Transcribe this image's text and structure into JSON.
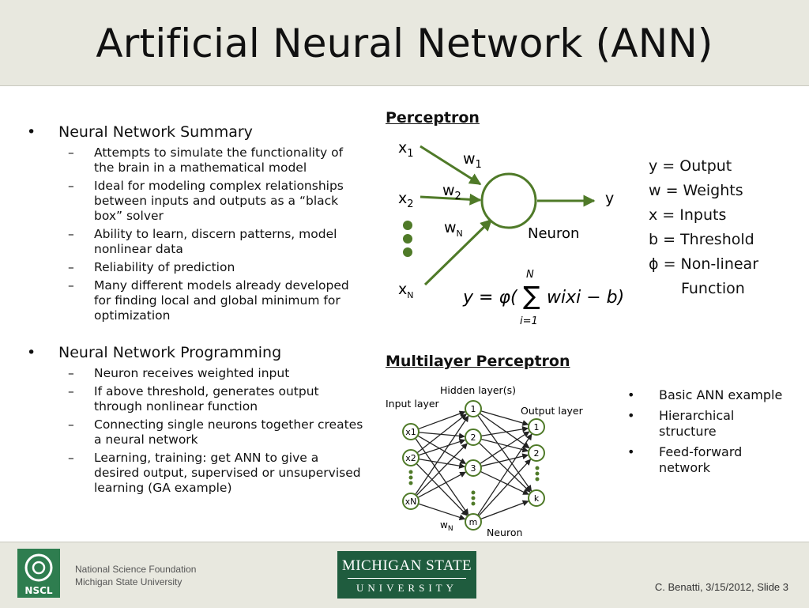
{
  "title": "Artificial Neural Network (ANN)",
  "summary": {
    "heading": "Neural Network Summary",
    "items": [
      "Attempts to simulate the functionality of the brain in a mathematical model",
      "Ideal for modeling complex relationships between inputs and outputs as a “black box” solver",
      "Ability to learn, discern patterns, model nonlinear data",
      "Reliability of prediction",
      "Many different models already developed for finding local and global minimum for optimization"
    ]
  },
  "programming": {
    "heading": "Neural Network Programming",
    "items": [
      "Neuron receives weighted input",
      "If above threshold, generates output through nonlinear function",
      "Connecting single neurons together creates a neural network",
      "Learning, training: get ANN to give a desired output, supervised or unsupervised learning (GA example)"
    ]
  },
  "perceptron": {
    "heading": "Perceptron",
    "x1": "x",
    "x1_sub": "1",
    "x2": "x",
    "x2_sub": "2",
    "xN": "x",
    "xN_sub": "N",
    "w1": "w",
    "w1_sub": "1",
    "w2": "w",
    "w2_sub": "2",
    "wN": "w",
    "wN_sub": "N",
    "output": "y",
    "neuron_label": "Neuron",
    "formula_lhs": "y = φ(",
    "formula_sigma": "∑",
    "formula_upper": "N",
    "formula_lower": "i=1",
    "formula_body": "wixi − b)"
  },
  "legend": [
    "y = Output",
    "w = Weights",
    "x = Inputs",
    "b = Threshold",
    "ϕ = Non-linear",
    "Function"
  ],
  "mlp": {
    "heading": "Multilayer Perceptron",
    "hidden_label": "Hidden layer(s)",
    "input_label": "Input layer",
    "output_label": "Output layer",
    "inputs": [
      "x1",
      "x2",
      "xN"
    ],
    "hidden": [
      "1",
      "2",
      "3",
      "m"
    ],
    "outputs": [
      "1",
      "2",
      "k"
    ],
    "weight_label": "wN",
    "neuron_label": "Neuron"
  },
  "right_bullets": [
    "Basic ANN example",
    "Hierarchical structure",
    "Feed-forward network"
  ],
  "footer": {
    "nsf_line1": "National Science Foundation",
    "nsf_line2": "Michigan State University",
    "nscl": "NSCL",
    "msu_top": "MICHIGAN STATE",
    "msu_bottom": "UNIVERSITY",
    "credit": "C. Benatti, 3/15/2012, Slide 3"
  },
  "colors": {
    "diagram_green": "#4f7a28",
    "msu_green": "#1f5c3e",
    "nscl_green": "#2e7d4f",
    "band_gray": "#e8e8df"
  }
}
